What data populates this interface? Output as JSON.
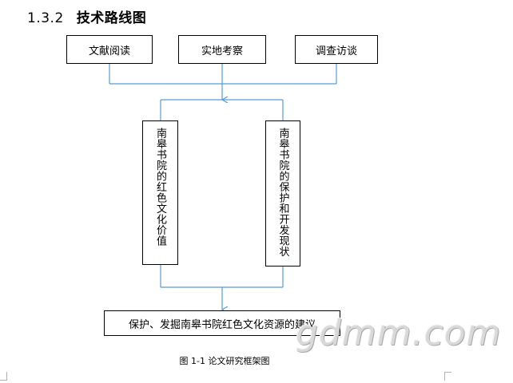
{
  "heading": {
    "number": "1.3.2",
    "title": "技术路线图"
  },
  "boxes": {
    "top": [
      "文献阅读",
      "实地考察",
      "调查访谈"
    ],
    "middle_left": "南皋书院的红色文化价值",
    "middle_right": "南皋书院的保护和开发现状",
    "bottom": "保护、发掘南皋书院红色文化资源的建议"
  },
  "caption": "图 1-1 论文研究框架图",
  "watermark": "gdmm.com",
  "colors": {
    "connector": "#5b9bd5",
    "border": "#000000"
  }
}
